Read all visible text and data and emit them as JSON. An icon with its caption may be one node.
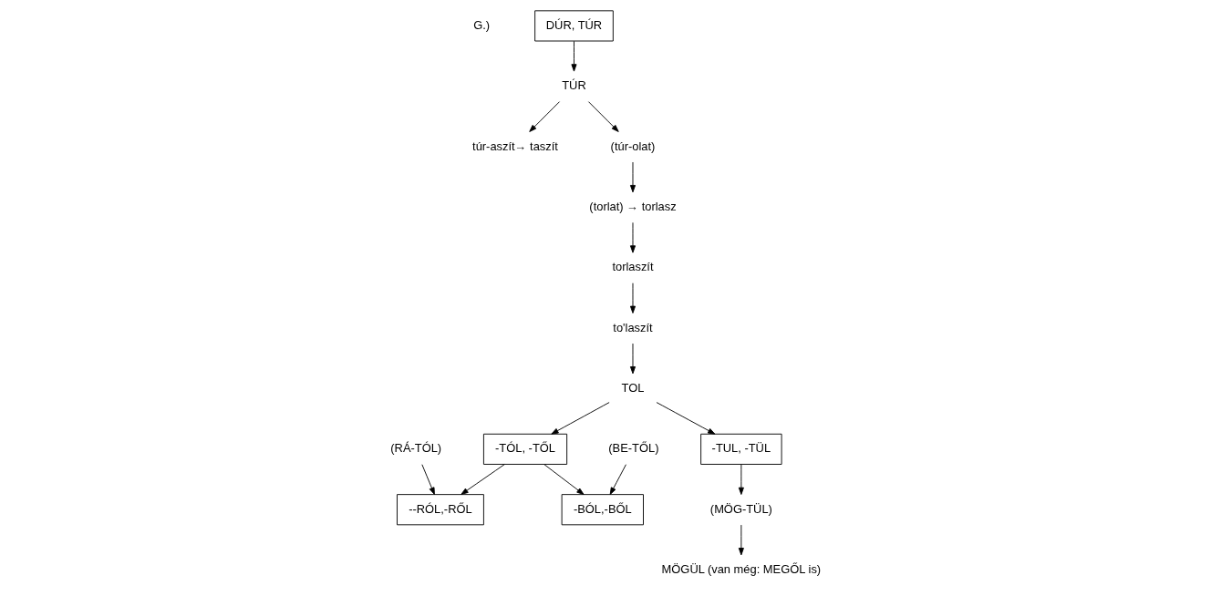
{
  "diagram": {
    "nodes": [
      {
        "text": [
          "DÚR, TÚR"
        ],
        "beside": [
          "G.)"
        ]
      },
      {
        "text": [
          "TÚR"
        ]
      },
      {
        "text": [
          "túr-aszít→ taszít"
        ]
      },
      {
        "text": [
          "(túr-olat)"
        ]
      },
      {
        "text": [
          "(torlat) → torlasz"
        ]
      },
      {
        "text": [
          "torlaszít"
        ]
      },
      {
        "text": [
          "to'laszít"
        ]
      },
      {
        "text": [
          "TOL"
        ]
      },
      {
        "text": [
          "(RÁ-TÓL)"
        ]
      },
      {
        "text": [
          "--RÓL,-RŐL"
        ]
      },
      {
        "text": [
          "-TÓL, -TŐL"
        ]
      },
      {
        "text": [
          "-TUL, -TÜL"
        ]
      },
      {
        "text": [
          "-BÓL,-BŐL"
        ]
      },
      {
        "text": [
          "(BE-TŐL)"
        ]
      },
      {
        "text": [
          "(MÖG-TÜL)"
        ]
      },
      {
        "text": [
          "MÖGÜL (van még: MEGŐL is)"
        ]
      }
    ],
    "edges": [
      {
        "from": 0,
        "to": 1,
        "arrow": "to"
      },
      {
        "from": 1,
        "to": 2,
        "arrow": "to"
      },
      {
        "from": 1,
        "to": 3,
        "arrow": "to"
      },
      {
        "from": 3,
        "to": 4,
        "arrow": "to"
      },
      {
        "from": 4,
        "to": 5,
        "arrow": "to"
      },
      {
        "from": 5,
        "to": 6,
        "arrow": "to"
      },
      {
        "from": 6,
        "to": 7,
        "arrow": "to"
      },
      {
        "from": 7,
        "to": 10,
        "arrow": "to"
      },
      {
        "from": 7,
        "to": 11,
        "arrow": "to"
      },
      {
        "from": 8,
        "to": 9,
        "arrow": "to"
      },
      {
        "from": 10,
        "to": 9,
        "arrow": "to"
      },
      {
        "from": 10,
        "to": 12,
        "arrow": "to"
      },
      {
        "from": 13,
        "to": 12,
        "arrow": "to"
      },
      {
        "from": 11,
        "to": 14,
        "arrow": "to"
      },
      {
        "from": 14,
        "to": 15,
        "arrow": "to"
      }
    ]
  }
}
